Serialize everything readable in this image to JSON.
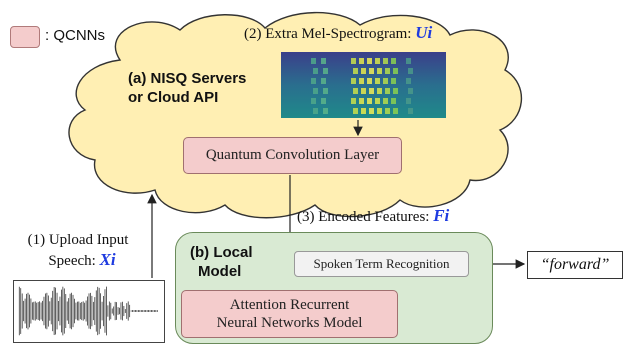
{
  "legend": {
    "swatch_color": "#f4cccc",
    "text": ": QCNNs"
  },
  "cloud": {
    "title_line1": "(a) NISQ Servers",
    "title_line2": "or Cloud API",
    "fill_color": "#ffefb3",
    "mel_label": "(2) Extra Mel-Spectrogram:",
    "mel_var": "Ui"
  },
  "qcl": {
    "label": "Quantum Convolution Layer"
  },
  "encoded": {
    "label": "(3) Encoded Features:",
    "var": "Fi"
  },
  "upload": {
    "line1": "(1) Upload Input",
    "line2": "Speech:",
    "var": "Xi"
  },
  "local": {
    "title_line1": "(b) Local",
    "title_line2": "Model",
    "fill_color": "#d9ead3",
    "str_label": "Spoken Term Recognition",
    "arnn_line1": "Attention Recurrent",
    "arnn_line2": "Neural Networks Model"
  },
  "output": {
    "text": "“forward”"
  },
  "accent_color": "#1e3be0"
}
